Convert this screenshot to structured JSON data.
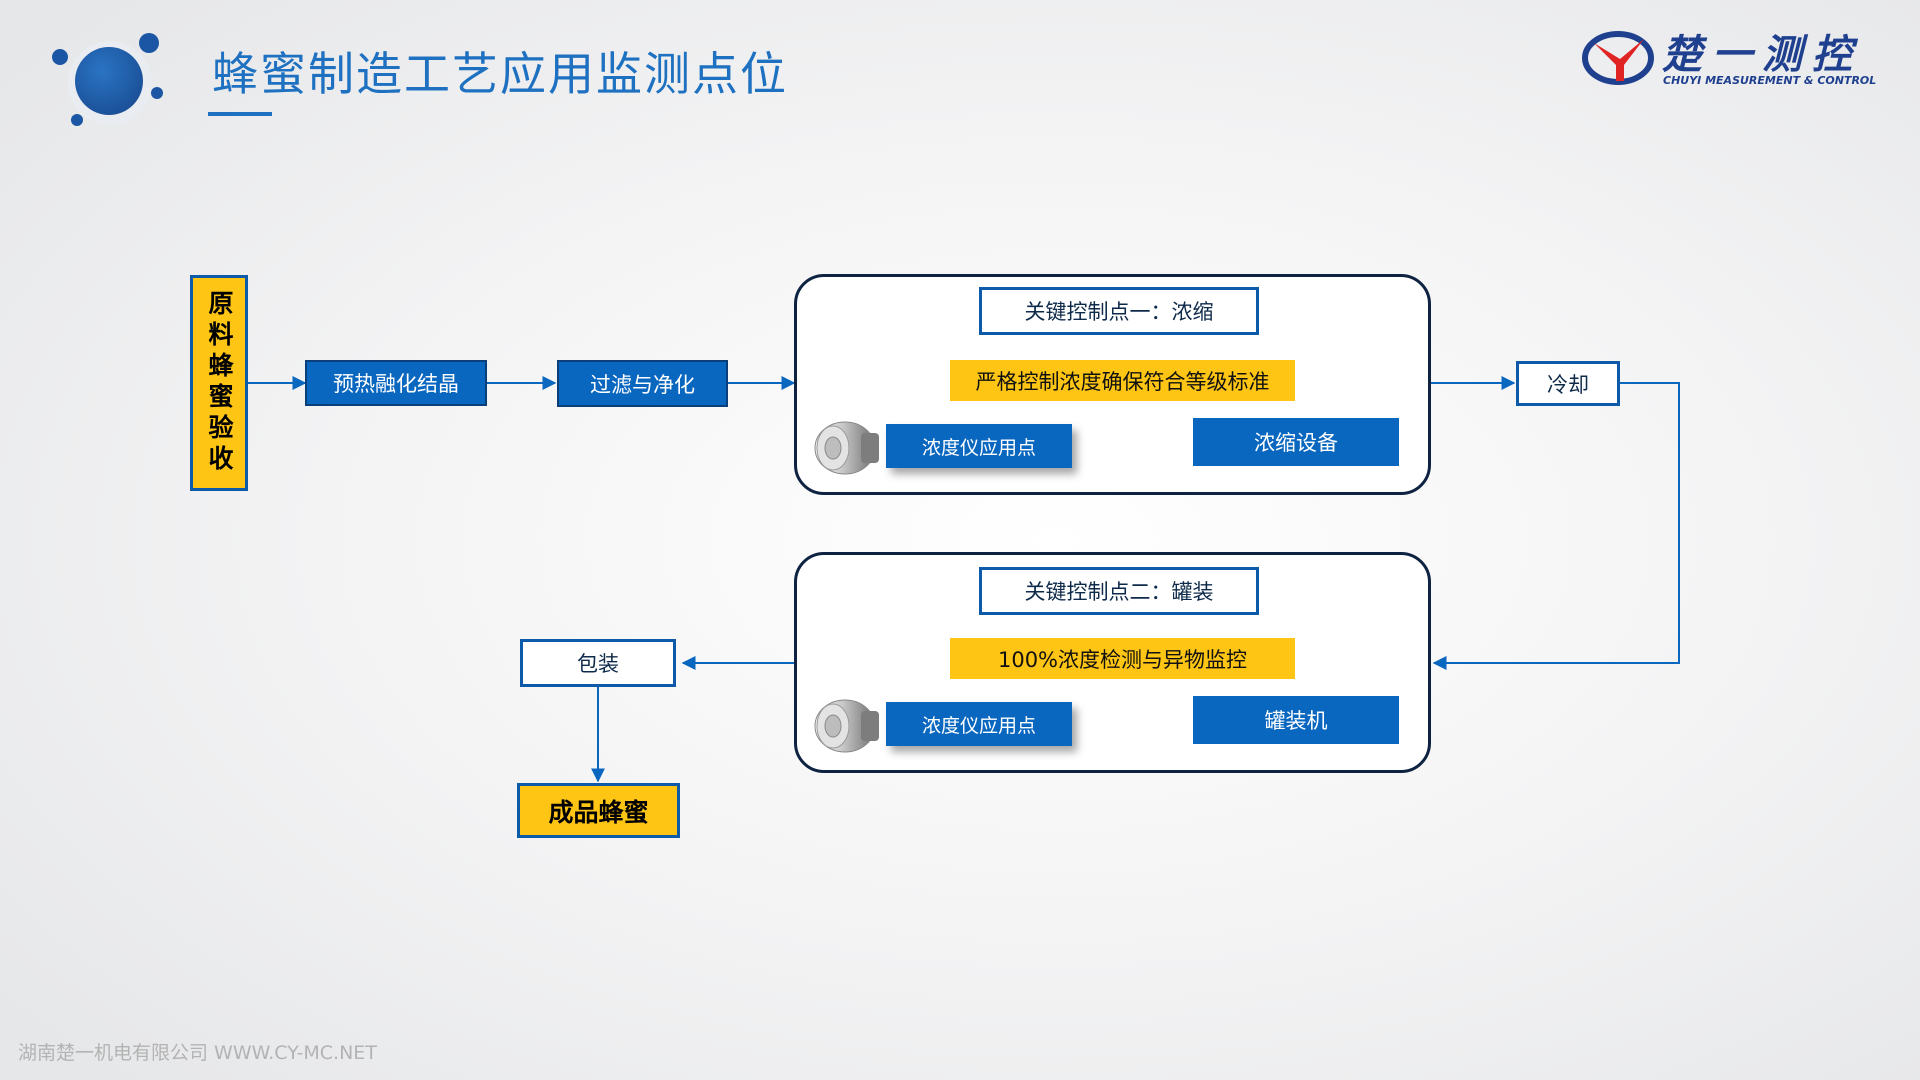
{
  "header": {
    "title": "蜂蜜制造工艺应用监测点位",
    "logo_cn": "楚一测控",
    "logo_en": "CHUYI MEASUREMENT & CONTROL"
  },
  "flow": {
    "raw_material": "原料蜂蜜验收",
    "preheat": "预热融化结晶",
    "filter": "过滤与净化",
    "cooling": "冷却",
    "packaging": "包装",
    "finished": "成品蜂蜜",
    "ccp1": {
      "title": "关键控制点一：浓缩",
      "requirement": "严格控制浓度确保符合等级标准",
      "sensor_label": "浓度仪应用点",
      "equipment": "浓缩设备"
    },
    "ccp2": {
      "title": "关键控制点二：罐装",
      "requirement": "100%浓度检测与异物监控",
      "sensor_label": "浓度仪应用点",
      "equipment": "罐装机"
    }
  },
  "footer": {
    "company": "湖南楚一机电有限公司 WWW.CY-MC.NET"
  },
  "colors": {
    "primary_blue": "#0a67bf",
    "accent_yellow": "#fec515",
    "dark_navy": "#0e2341"
  }
}
